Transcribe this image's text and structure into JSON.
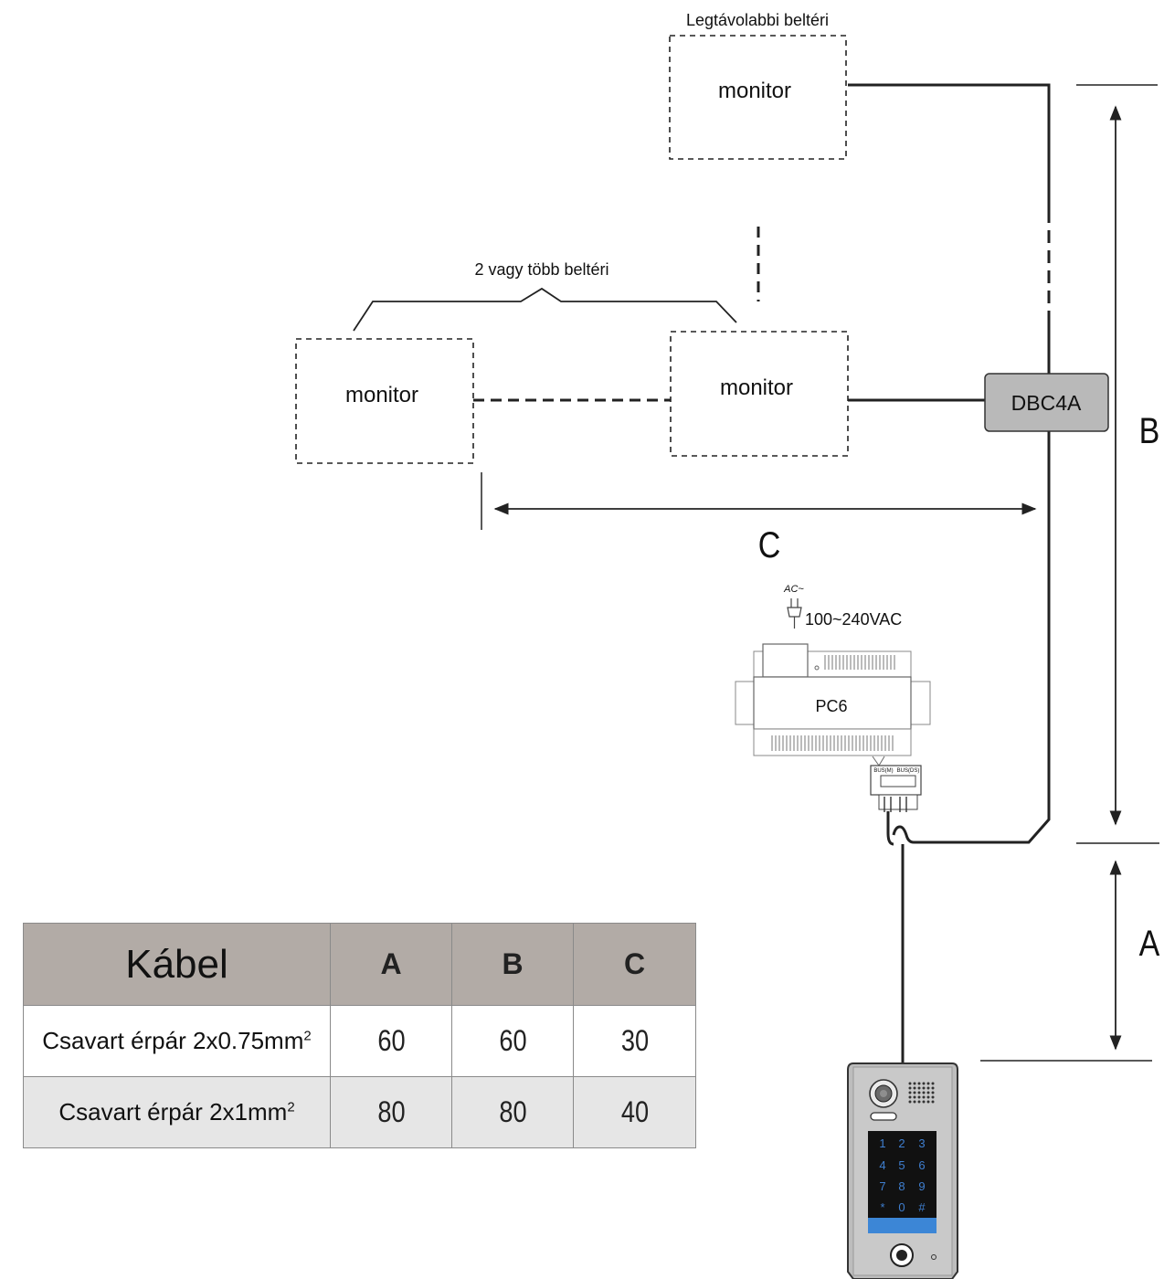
{
  "labels": {
    "farthest_indoor": "Legtávolabbi beltéri",
    "two_or_more_indoor": "2 vagy több beltéri",
    "monitor_top": "monitor",
    "monitor_left": "monitor",
    "monitor_right": "monitor",
    "dbc4a": "DBC4A",
    "pc6": "PC6",
    "ac_symbol": "AC~",
    "voltage": "100~240VAC",
    "bus_m": "BUS(M)",
    "bus_ds": "BUS(DS)",
    "dim_a": "A",
    "dim_b": "B",
    "dim_c": "C"
  },
  "keypad": {
    "keys": [
      "1",
      "2",
      "3",
      "4",
      "5",
      "6",
      "7",
      "8",
      "9",
      "*",
      "0",
      "#"
    ]
  },
  "table": {
    "header": {
      "cable": "Kábel",
      "cols": [
        "A",
        "B",
        "C"
      ]
    },
    "rows": [
      {
        "name": "Csavart érpár 2x0.75mm",
        "sup": "2",
        "values": [
          "60",
          "60",
          "30"
        ]
      },
      {
        "name": "Csavart érpár 2x1mm",
        "sup": "2",
        "values": [
          "80",
          "80",
          "40"
        ]
      }
    ]
  },
  "colors": {
    "line": "#222222",
    "dbc4a_fill": "#b9b9b9",
    "table_header": "#b2aba6",
    "table_row_alt": "#e6e6e6",
    "panel_body": "#bdbdbd",
    "keypad_screen": "#111111",
    "keypad_digits": "#3f7fd0",
    "keypad_strip": "#3c86d6"
  }
}
